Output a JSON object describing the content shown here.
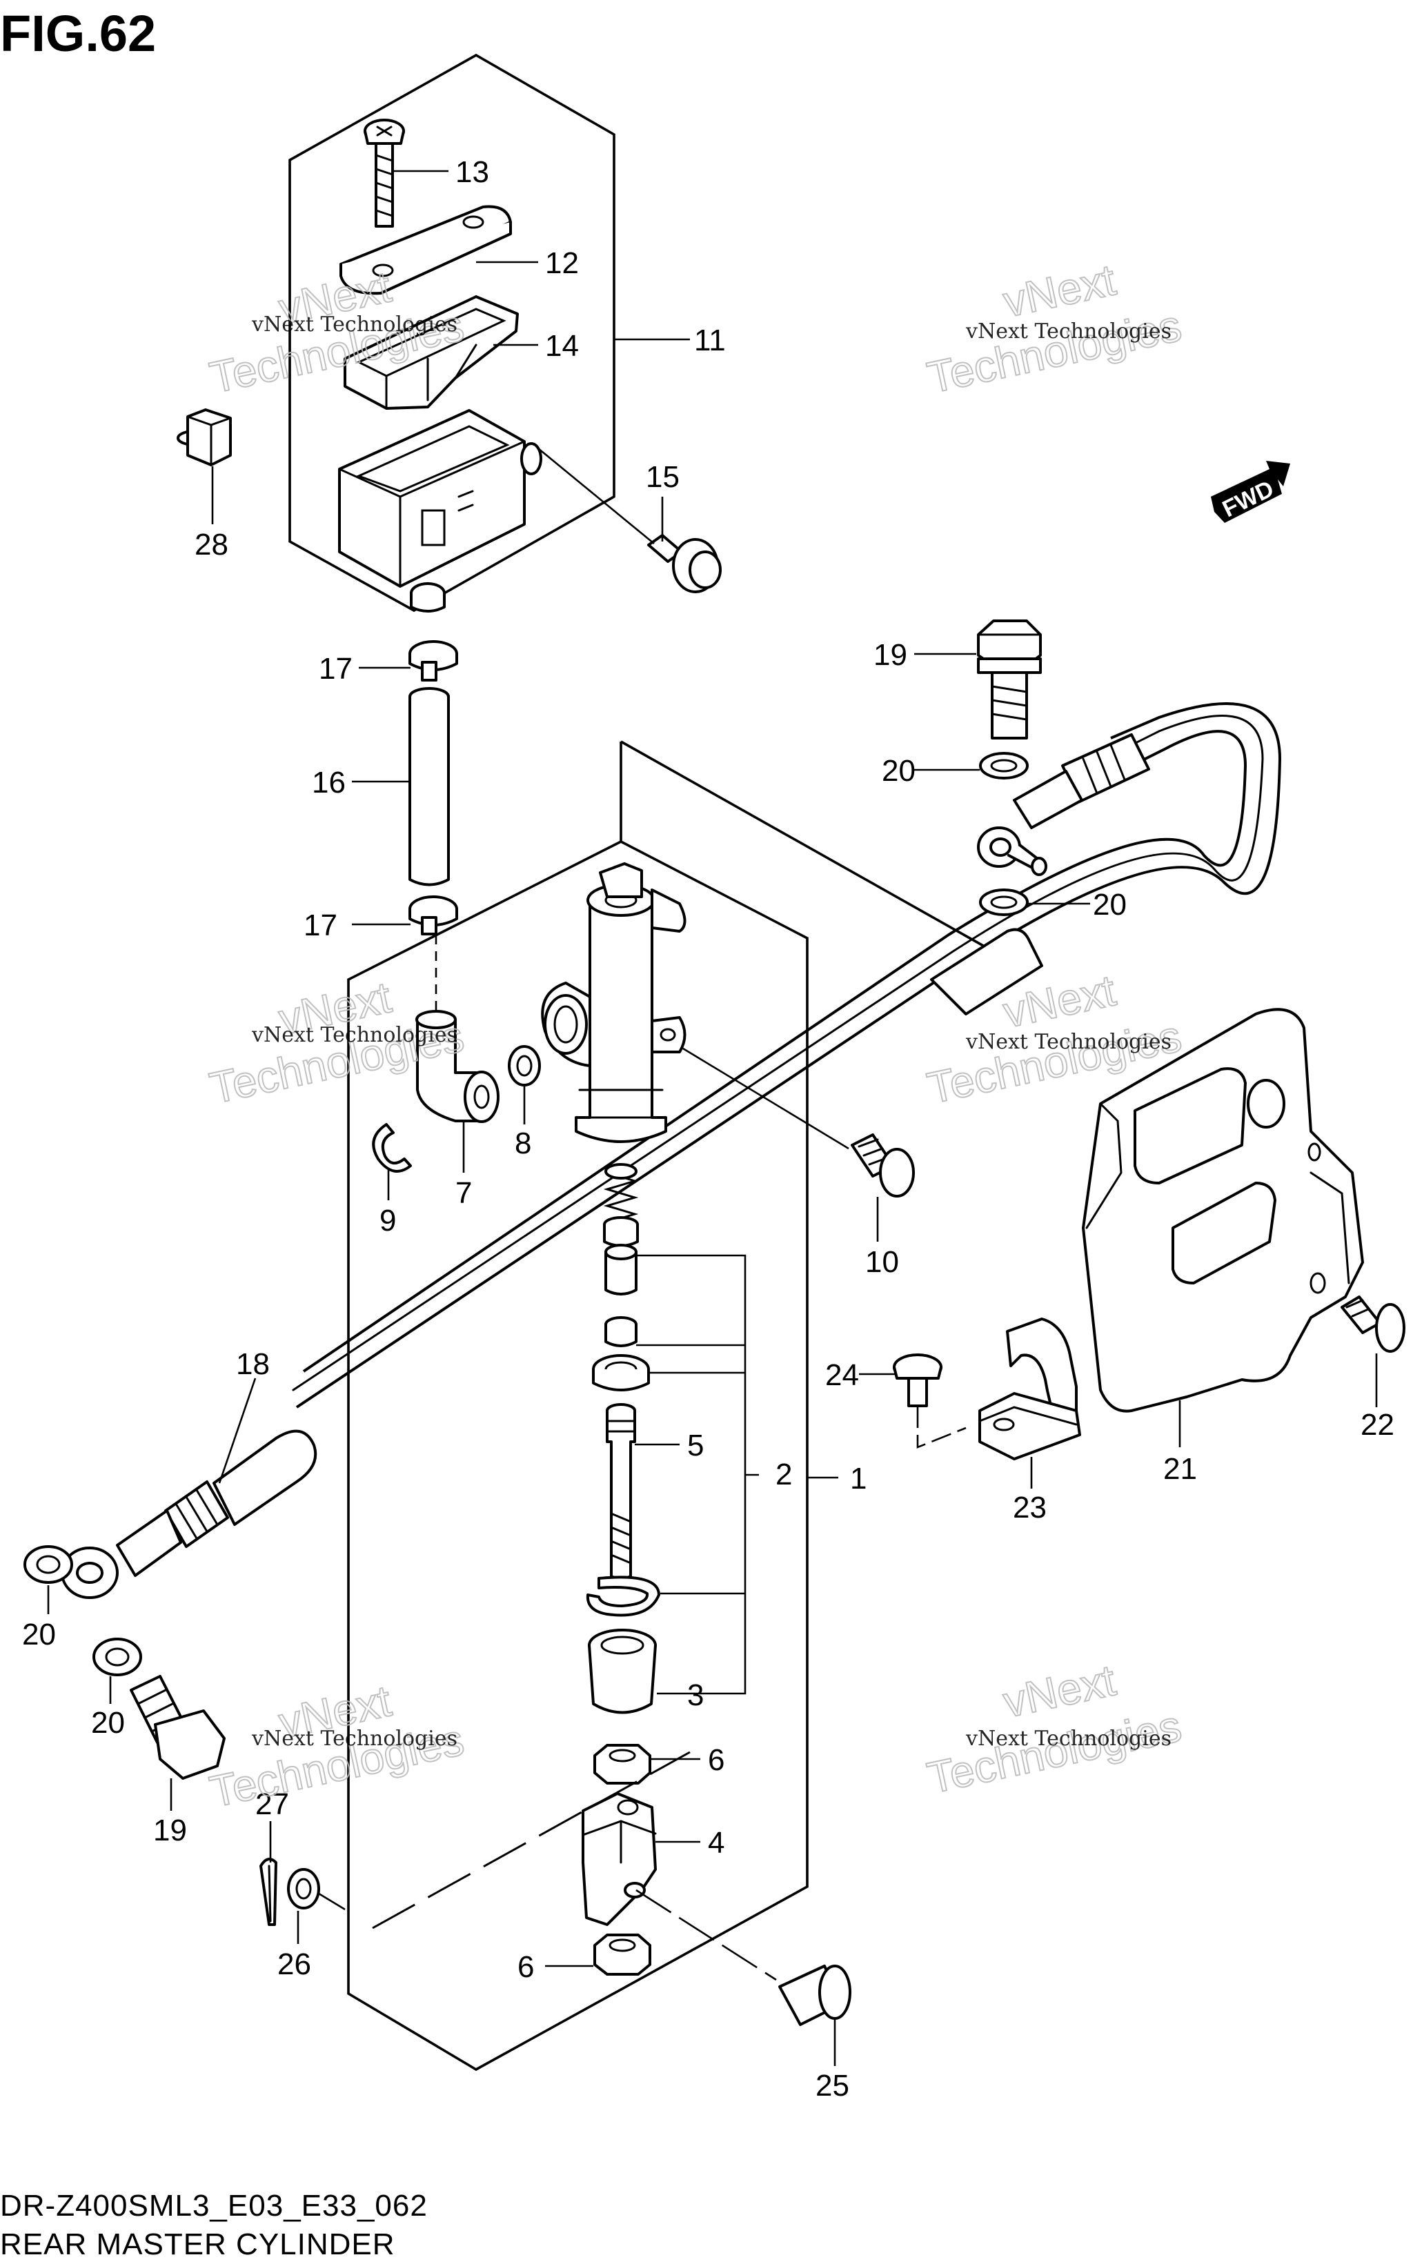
{
  "figure": {
    "title": "FIG.62",
    "model_code": "DR-Z400SML3_E03_E33_062",
    "caption": "REAR MASTER CYLINDER"
  },
  "watermark": {
    "line1": "vNext Technologies",
    "line2a": "vNext",
    "line2b": "Technologies"
  },
  "direction_badge": "FWD",
  "callouts": [
    {
      "id": "c13",
      "number": "13"
    },
    {
      "id": "c12",
      "number": "12"
    },
    {
      "id": "c14",
      "number": "14"
    },
    {
      "id": "c11",
      "number": "11"
    },
    {
      "id": "c28",
      "number": "28"
    },
    {
      "id": "c15",
      "number": "15"
    },
    {
      "id": "c19a",
      "number": "19"
    },
    {
      "id": "c20a",
      "number": "20"
    },
    {
      "id": "c20b",
      "number": "20"
    },
    {
      "id": "c17a",
      "number": "17"
    },
    {
      "id": "c16",
      "number": "16"
    },
    {
      "id": "c17b",
      "number": "17"
    },
    {
      "id": "c2",
      "number": "2"
    },
    {
      "id": "c8",
      "number": "8"
    },
    {
      "id": "c7",
      "number": "7"
    },
    {
      "id": "c9",
      "number": "9"
    },
    {
      "id": "c10",
      "number": "10"
    },
    {
      "id": "c5",
      "number": "5"
    },
    {
      "id": "c1",
      "number": "1"
    },
    {
      "id": "c24",
      "number": "24"
    },
    {
      "id": "c23",
      "number": "23"
    },
    {
      "id": "c21",
      "number": "21"
    },
    {
      "id": "c22",
      "number": "22"
    },
    {
      "id": "c18",
      "number": "18"
    },
    {
      "id": "c20c",
      "number": "20"
    },
    {
      "id": "c20d",
      "number": "20"
    },
    {
      "id": "c19b",
      "number": "19"
    },
    {
      "id": "c3",
      "number": "3"
    },
    {
      "id": "c6a",
      "number": "6"
    },
    {
      "id": "c27",
      "number": "27"
    },
    {
      "id": "c4",
      "number": "4"
    },
    {
      "id": "c26",
      "number": "26"
    },
    {
      "id": "c6b",
      "number": "6"
    },
    {
      "id": "c25",
      "number": "25"
    }
  ]
}
